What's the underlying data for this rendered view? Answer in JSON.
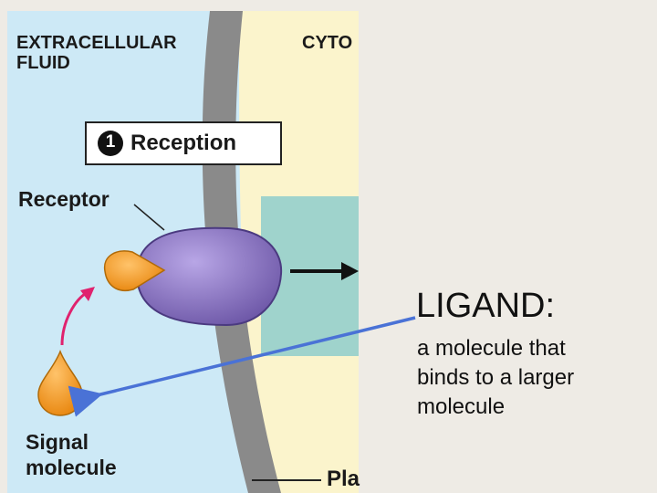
{
  "figure": {
    "region_extracellular": "EXTRACELLULAR\nFLUID",
    "region_extracellular_lines": [
      "EXTRACELLULAR",
      "FLUID"
    ],
    "region_cytoplasm_partial": "CYTO",
    "step_number": "1",
    "step_label": "Reception",
    "receptor_label": "Receptor",
    "signal_lines": [
      "Signal",
      "molecule"
    ],
    "membrane_label_partial": "Pla"
  },
  "definition": {
    "term": "LIGAND:",
    "lines": [
      "a molecule that",
      "binds to a larger",
      "molecule"
    ]
  },
  "colors": {
    "extracellular": "#cde9f6",
    "cytoplasm": "#fbf4cc",
    "membrane": "#8a8a8a",
    "receptor": "#8c78c2",
    "ligand": "#f59c1e",
    "relay_box": "#9fd3cc",
    "pink_arrow": "#e0226e",
    "pointer_arrow": "#4a72d6",
    "side_panel": "#eeebe5"
  }
}
